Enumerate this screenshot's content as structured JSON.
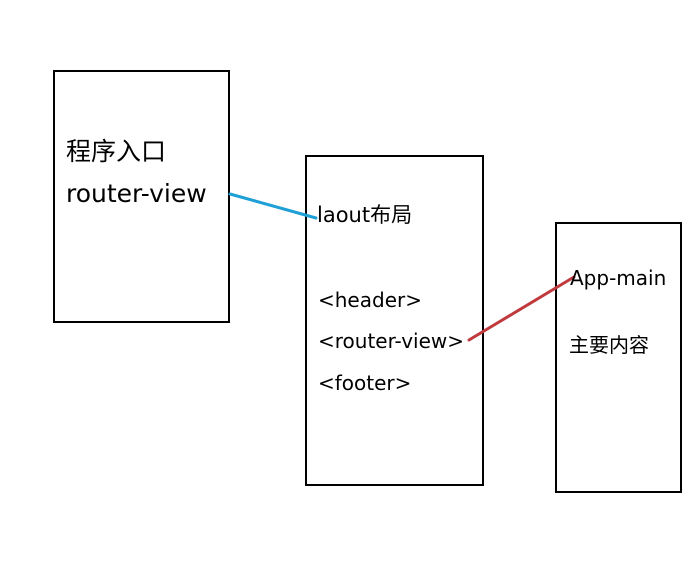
{
  "diagram": {
    "entry_box": {
      "title": "程序入口",
      "subtitle": "router-view"
    },
    "layout_box": {
      "title": "laout布局",
      "items": [
        "<header>",
        "<router-view>",
        "<footer>"
      ]
    },
    "main_box": {
      "title": "App-main",
      "subtitle": "主要内容"
    },
    "connectors": {
      "entry_to_layout_color": "#1e9fd6",
      "layout_to_main_color": "#c0393d"
    }
  }
}
